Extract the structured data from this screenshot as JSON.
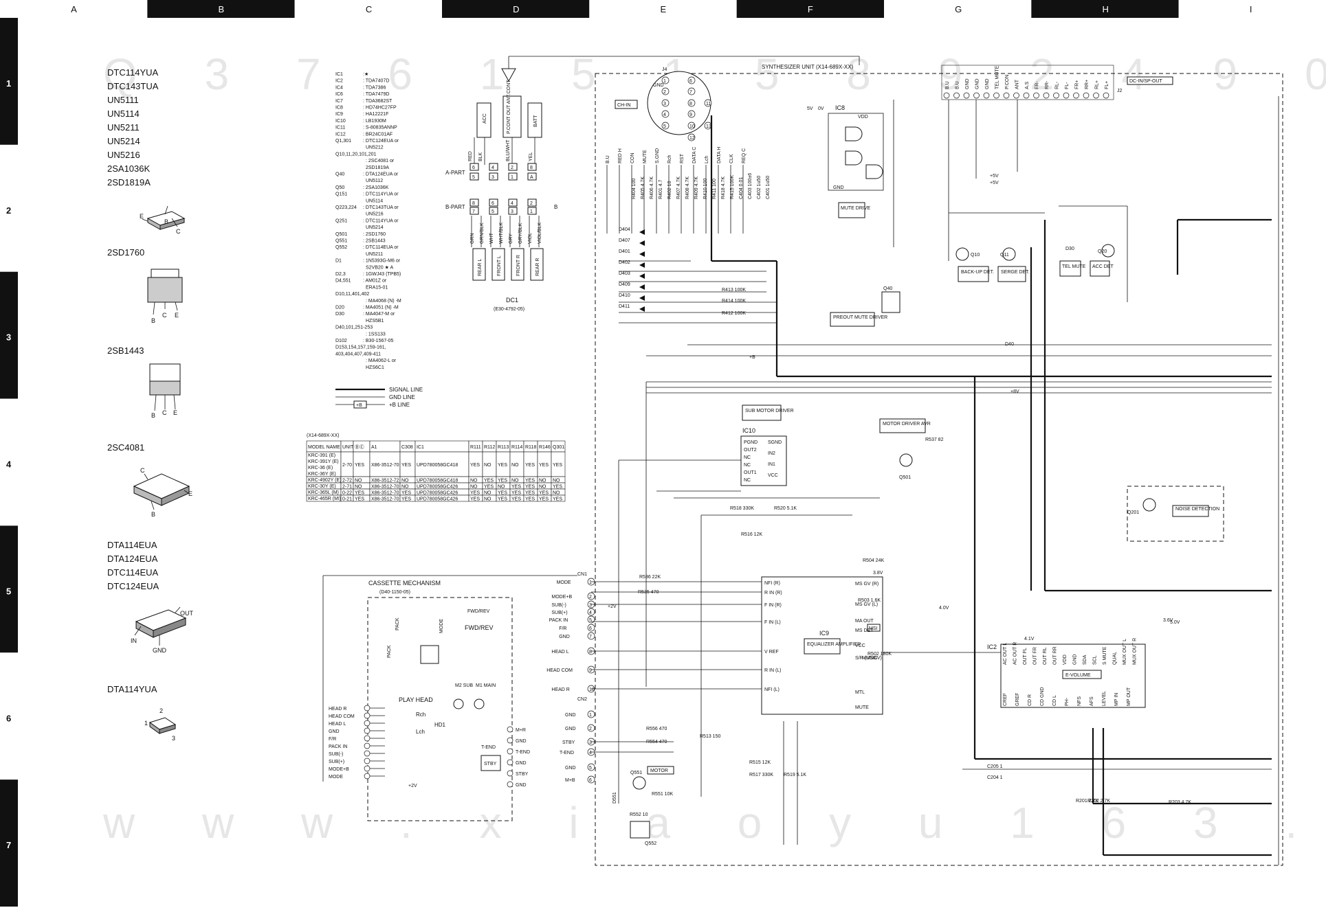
{
  "grid": {
    "columns": [
      "A",
      "B",
      "C",
      "D",
      "E",
      "F",
      "G",
      "H",
      "I"
    ],
    "rows": [
      "1",
      "2",
      "3",
      "4",
      "5",
      "6",
      "7"
    ]
  },
  "parts_list": {
    "group1": [
      "DTC114YUA",
      "DTC143TUA",
      "UN5111",
      "UN5114",
      "UN5211",
      "UN5214",
      "UN5216",
      "2SA1036K",
      "2SD1819A"
    ],
    "pkg1_pins": [
      "E",
      "B",
      "C"
    ],
    "group2": "2SD1760",
    "pkg2_pins": [
      "B",
      "C",
      "E"
    ],
    "group3": "2SB1443",
    "pkg3_pins": [
      "B",
      "C",
      "E"
    ],
    "group4": "2SC4081",
    "pkg4_pins": [
      "C",
      "B",
      "E"
    ],
    "group5": [
      "DTA114EUA",
      "DTA124EUA",
      "DTC114EUA",
      "DTC124EUA"
    ],
    "pkg5_pins": [
      "OUT",
      "IN",
      "GND"
    ],
    "group6": "DTA114YUA",
    "pkg6_pins": [
      "1",
      "2",
      "3"
    ]
  },
  "ic_list": [
    [
      "IC1",
      ":★"
    ],
    [
      "IC2",
      ": TDA7407D"
    ],
    [
      "IC4",
      ": TDA7386"
    ],
    [
      "IC6",
      ": TDA7479D"
    ],
    [
      "IC7",
      ": TDA3682ST"
    ],
    [
      "IC8",
      ": HD74HC27FP"
    ],
    [
      "IC9",
      ": HA12221F"
    ],
    [
      "IC10",
      ": LB1930M"
    ],
    [
      "IC11",
      ": S-80835ANNP"
    ],
    [
      "IC12",
      ": BR24C01AF"
    ],
    [
      "Q1,301",
      ": DTC124EUA or"
    ],
    [
      "",
      "UN5212"
    ],
    [
      "Q10,11,20,101,201",
      ""
    ],
    [
      "",
      ": 2SC4081 or"
    ],
    [
      "",
      "2SD1819A"
    ],
    [
      "Q40",
      ": DTA124EUA or"
    ],
    [
      "",
      "UN5112"
    ],
    [
      "Q50",
      ": 2SA1036K"
    ],
    [
      "Q151",
      ": DTC114YUA or"
    ],
    [
      "",
      "UN5114"
    ],
    [
      "Q223,224",
      ": DTC143TUA or"
    ],
    [
      "",
      "UN5216"
    ],
    [
      "Q251",
      ": DTC114YUA or"
    ],
    [
      "",
      "UN5214"
    ],
    [
      "Q501",
      ": 2SD1760"
    ],
    [
      "Q551",
      ": 2SB1443"
    ],
    [
      "Q552",
      ": DTC114EUA or"
    ],
    [
      "",
      "UN5211"
    ],
    [
      "D1",
      ": 1N5393G-M6 or"
    ],
    [
      "",
      "S2VB20 ★ A"
    ],
    [
      "D2,3",
      ": 1GWJ43 (TPB5)"
    ],
    [
      "D4,551",
      ": AM01Z or"
    ],
    [
      "",
      "ERA15-01"
    ],
    [
      "D10,11,401,402",
      ""
    ],
    [
      "",
      ": MA4068 (N) -M"
    ],
    [
      "D20",
      ": MA4051 (N) -M"
    ],
    [
      "D30",
      ": MA4047-M or"
    ],
    [
      "",
      "HZS5B1"
    ],
    [
      "D40,101,251-253",
      ""
    ],
    [
      "",
      ": 1SS133"
    ],
    [
      "D102",
      ": B30-1567-05"
    ],
    [
      "D153,154,157,159-161,",
      ""
    ],
    [
      "403,404,407,409-411",
      ""
    ],
    [
      "",
      ": MA4062-L or"
    ],
    [
      "",
      "HZS6C1"
    ]
  ],
  "legend": {
    "signal": "SIGNAL LINE",
    "gnd": "GND LINE",
    "plusb": "+B LINE",
    "plusb_mark": "+B"
  },
  "model_table": {
    "code": "(X14-689X-XX)",
    "headers": [
      "MODEL NAME",
      "UNIT No.",
      "ⒷⒸ",
      "A1",
      "C308",
      "IC1",
      "R111",
      "R112",
      "R113",
      "R114",
      "R118",
      "R146",
      "Q301"
    ],
    "rows": [
      [
        "KRC-391 (E)\nKRC-391Y (E)\nKRC-36 (E)\nKRC-36Y (E)",
        "2-70",
        "YES",
        "X86-3512-70",
        "YES",
        "UPD780058GC418",
        "YES",
        "NO",
        "YES",
        "NO",
        "YES",
        "YES",
        "YES"
      ],
      [
        "KRC-4902Y (E)",
        "2-72",
        "NO",
        "X86-3512-72",
        "NO",
        "UPD780058GC418",
        "NO",
        "YES",
        "YES",
        "NO",
        "YES",
        "NO",
        "NO"
      ],
      [
        "KRC-30Y (E)",
        "2-71",
        "NO",
        "X86-3512-70",
        "NO",
        "UPD780058GC426",
        "NO",
        "YES",
        "NO",
        "YES",
        "YES",
        "NO",
        "YES"
      ],
      [
        "KRC-365L (M)",
        "0-22",
        "YES",
        "X86-3512-70",
        "YES",
        "UPD780058GC426",
        "YES",
        "NO",
        "YES",
        "YES",
        "YES",
        "YES",
        "NO"
      ],
      [
        "KRC-465R (MI)",
        "0-21",
        "YES",
        "X86-3512-70",
        "YES",
        "UPD780058GC426",
        "YES",
        "NO",
        "YES",
        "YES",
        "YES",
        "YES",
        "YES"
      ]
    ]
  },
  "dc1": {
    "label": "DC1",
    "part": "(E30-4792-05)",
    "top_pins": [
      "ACC",
      "P.CONT OUT ANT.CONT",
      "BATT"
    ],
    "wire_colors_a": [
      "RED",
      "BLK",
      "BLU/WHT",
      "YEL"
    ],
    "a_part": "A-PART",
    "a_pins": [
      "6",
      "4",
      "2",
      "8",
      "5",
      "3",
      "1",
      "A"
    ],
    "b_part": "B-PART",
    "b_pins": [
      "8",
      "6",
      "4",
      "2",
      "7",
      "5",
      "3",
      "1",
      "B"
    ],
    "wire_colors_b": [
      "GRN",
      "GRN/BLK",
      "WHT",
      "WHT/BLK",
      "GRY",
      "GRY/BLK",
      "VIOL",
      "VIOL/BLK"
    ],
    "speakers": [
      "REAR L",
      "FRONT L",
      "FRONT R",
      "REAR R"
    ]
  },
  "cassette": {
    "title": "CASSETTE MECHANISM",
    "part": "(D40-1150-05)",
    "pack": "PACK",
    "mode": "MODE",
    "fwd_rev": "FWD/REV",
    "play_head": "PLAY HEAD",
    "rch": "Rch",
    "lch": "Lch",
    "hd1": "HD1",
    "m2": "M2 SUB",
    "m1": "M1 MAIN",
    "tend": "T-END",
    "stby": "STBY",
    "left_pins": [
      "HEAD R",
      "HEAD COM",
      "HEAD L",
      "GND",
      "F/R",
      "PACK IN",
      "SUB(-)",
      "SUB(+)",
      "MODE+B",
      "MODE"
    ],
    "right_pins": [
      "M+R",
      "GND",
      "T-END",
      "GND",
      "STBY",
      "GND"
    ],
    "plus2v": "+2V"
  },
  "cn1": {
    "label": "CN1",
    "pins": [
      "MODE",
      "MODE+B",
      "SUB(-)",
      "SUB(+)",
      "PACK IN",
      "F/R",
      "GND",
      "HEAD L",
      "HEAD COM",
      "HEAD R"
    ],
    "nums": [
      "1",
      "2",
      "3",
      "4",
      "5",
      "6",
      "7",
      "8",
      "9",
      "10"
    ]
  },
  "cn2": {
    "label": "CN2",
    "pins": [
      "GND",
      "GND",
      "STBY",
      "T-END",
      "GND",
      "M+B"
    ],
    "nums": [
      "1",
      "2",
      "3",
      "4",
      "5",
      "6"
    ]
  },
  "synth": {
    "title": "SYNTHESIZER UNIT (X14-689X-XX)",
    "j4": "J4",
    "ch_in": "CH-IN",
    "j4_pins": [
      "GND",
      "1",
      "2",
      "3",
      "4",
      "5",
      "6",
      "7",
      "8",
      "9",
      "10",
      "11",
      "12",
      "13"
    ],
    "j2": "J2",
    "dc_in": "DC-IN/SP-OUT",
    "j2_pins": [
      "B.U",
      "B.U",
      "GND",
      "GND",
      "GND",
      "TEL MUTE",
      "P.CON",
      "ANT",
      "A.S",
      "FR-",
      "RR-",
      "RL-",
      "FL-",
      "FR+",
      "RR+",
      "RL+",
      "FL+"
    ],
    "j4_signals": [
      "B.U",
      "RED H",
      "CON",
      "MUTE",
      "S.GND",
      "Rch",
      "RST",
      "DATA C",
      "Lch",
      "DATA H",
      "CLK",
      "REQ C"
    ],
    "ic8": "IC8",
    "mute_drive": "MUTE DRIVE",
    "vdd": "VDD",
    "gnd": "GND",
    "preout": "PREOUT MUTE DRIVER",
    "q40": "Q40",
    "back_up": "BACK-UP DET.",
    "serge": "SERGE DET.",
    "tel_mute": "TEL MUTE",
    "acc_det": "ACC DET",
    "q10": "Q10",
    "q11": "Q11",
    "q20": "Q20",
    "d30": "D30",
    "d40": "D40",
    "sub_motor": "SUB MOTOR DRIVER",
    "ic10": "IC10",
    "ic10_left": [
      "PGND",
      "OUT2",
      "NC",
      "NC",
      "OUT1",
      "NC"
    ],
    "ic10_right": [
      "SGND",
      "IN2",
      "IN1",
      "VCC"
    ],
    "motor_avr": "MOTOR DRIVER AVR",
    "q501": "Q501",
    "ic9": "IC9",
    "equalizer": "EQUALIZER AMPLIFIER",
    "ic9_left": [
      "NFI (R)",
      "R IN (R)",
      "F IN (R)",
      "F IN (L)",
      "V REF",
      "R IN (L)",
      "NFI (L)"
    ],
    "ic9_right": [
      "MS GV (R)",
      "MS GV (L)",
      "MA OUT",
      "MS DET",
      "VCC",
      "S/R (MSGV)",
      "MTL",
      "MUTE"
    ],
    "msi": "MSI",
    "music": "MUSIC",
    "ic2": "IC2",
    "evolume": "E-VOLUME",
    "ic2_top": [
      "AC OUT L",
      "AC OUT R",
      "OUT FL",
      "OUT FR",
      "OUT RL",
      "OUT RR",
      "VDD",
      "GND",
      "SDA",
      "SCL",
      "S MUTE",
      "QUAL",
      "MUX OUT L",
      "MUX OUT R"
    ],
    "ic2_bottom": [
      "CREF",
      "GREF",
      "CD R",
      "CD GND",
      "CD L",
      "PH-",
      "NFS",
      "AFS",
      "LEVEL",
      "MP IN",
      "MP OUT"
    ],
    "q551": "Q551",
    "motor": "MOTOR",
    "q552": "Q552",
    "d551": "D551",
    "q201": "Q201",
    "noise": "NOISE DETECTION",
    "voltages": [
      "+5V",
      "+8V",
      "+5V",
      "+B",
      "5V",
      "0V",
      "+2V",
      "5.0V",
      "4.1V",
      "3.8V",
      "4.0V",
      "3.6V"
    ],
    "diodes": [
      "D404",
      "D407",
      "D401",
      "D402",
      "D403",
      "D409",
      "D410",
      "D411"
    ],
    "resistors_top": [
      "R404 100",
      "R405 4.7K",
      "R406 4.7K",
      "R401 4.7",
      "R402 10",
      "R407 4.7K",
      "R408 4.7K",
      "R409 4.7K",
      "R410 100",
      "R411 100",
      "R418 4.7K",
      "R415 100K",
      "C404 0.01",
      "C403 100±6",
      "C402 1u50",
      "C401 1u50"
    ],
    "r_misc": [
      "R413 100K",
      "R414 100K",
      "R412 100K",
      "R537 82",
      "R518 330K",
      "R520 5.1K",
      "R516 12K",
      "R536 22K",
      "R535 470",
      "R504 24K",
      "R503 1.6K",
      "R502 180K",
      "R556 470",
      "R554 470",
      "R517 330K",
      "R519 5.1K",
      "R515 12K",
      "R513 150",
      "R551 10K",
      "R552 10",
      "C205 1",
      "C204 1",
      "R201 2.7K",
      "R202 2.7K",
      "R203 4.7K"
    ]
  }
}
